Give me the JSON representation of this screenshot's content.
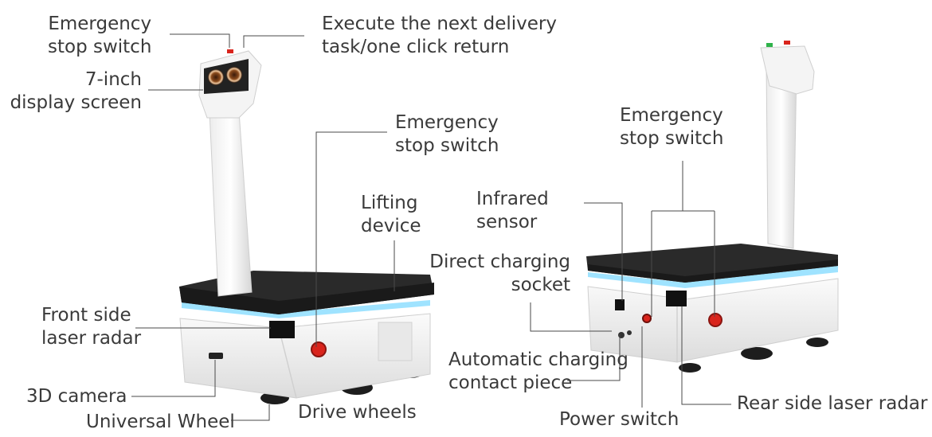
{
  "labels": {
    "front_estop": [
      "Emergency",
      "stop switch"
    ],
    "next_task": [
      "Execute the next delivery",
      "task/one click return"
    ],
    "display": [
      "7-inch",
      "display screen"
    ],
    "body_estop": [
      "Emergency",
      "stop switch"
    ],
    "lifting": [
      "Lifting",
      "device"
    ],
    "front_radar": [
      "Front side",
      "laser radar"
    ],
    "camera_3d": "3D camera",
    "universal_wheel": "Universal Wheel",
    "drive_wheels": "Drive wheels",
    "rear_estop": [
      "Emergency",
      "stop switch"
    ],
    "infrared": [
      "Infrared",
      "sensor"
    ],
    "charging_socket": [
      "Direct charging",
      "socket"
    ],
    "contact_piece": [
      "Automatic charging",
      "contact piece"
    ],
    "power_switch": "Power switch",
    "rear_radar": "Rear side laser radar"
  },
  "colors": {
    "body_white": "#f2f2f2",
    "deck_black": "#2a2a2a",
    "accent_light": "#9fe3ff",
    "estop_red": "#d9241c",
    "button_green": "#2fb24a",
    "leader_line": "#4a4a4a"
  }
}
